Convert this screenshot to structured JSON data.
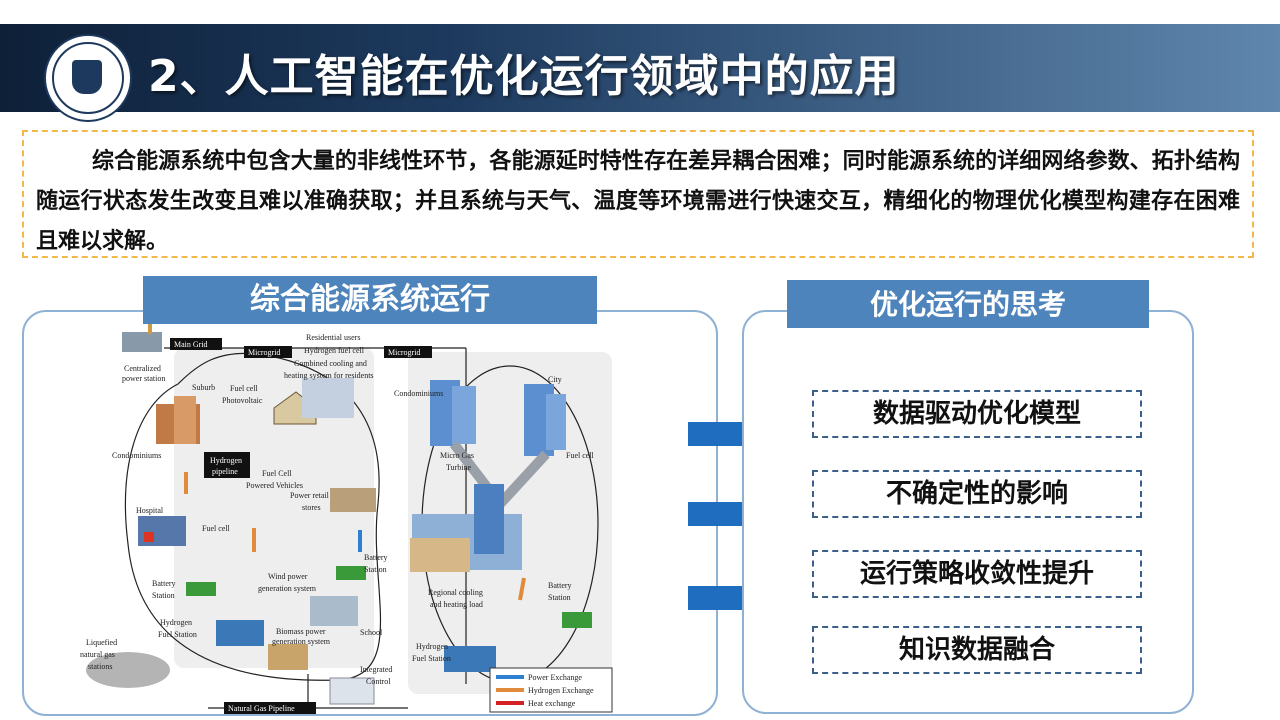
{
  "header": {
    "title": "2、人工智能在优化运行领域中的应用"
  },
  "intro": {
    "text": "综合能源系统中包含大量的非线性环节，各能源延时特性存在差异耦合困难；同时能源系统的详细网络参数、拓扑结构随运行状态发生改变且难以准确获取；并且系统与天气、温度等环境需进行快速交互，精细化的物理优化模型构建存在困难且难以求解。"
  },
  "left_panel": {
    "title": "综合能源系统运行"
  },
  "right_panel": {
    "title": "优化运行的思考",
    "items": [
      "数据驱动优化模型",
      "不确定性的影响",
      "运行策略收敛性提升",
      "知识数据融合"
    ]
  },
  "diagram": {
    "labels": {
      "main_grid": "Main Grid",
      "microgrid_1": "Microgrid",
      "microgrid_2": "Microgrid",
      "centralized": "Centralized",
      "power_station": "power station",
      "residential_users": "Residential users",
      "hydrogen_fuel_cell": "Hydrogen fuel cell",
      "combined_cooling": "Combined cooling and",
      "heating_system": "heating system for residents",
      "suburb": "Suburb",
      "fuel_cell_pv_1": "Fuel cell",
      "fuel_cell_pv_2": "Photovoltaic",
      "condominiums_left": "Condominiums",
      "hydrogen_pipeline_1": "Hydrogen",
      "hydrogen_pipeline_2": "pipeline",
      "fcv_1": "Fuel Cell",
      "fcv_2": "Powered Vehicles",
      "power_retail_1": "Power retail",
      "power_retail_2": "stores",
      "hospital": "Hospital",
      "fuel_cell_left": "Fuel cell",
      "battery_station_1a": "Battery",
      "battery_station_1b": "Station",
      "battery_station_2a": "Battery",
      "battery_station_2b": "Station",
      "wind_1": "Wind power",
      "wind_2": "generation system",
      "hydrogen_fuel_station_1a": "Hydrogen",
      "hydrogen_fuel_station_1b": "Fuel Station",
      "biomass_1": "Biomass power",
      "biomass_2": "generation system",
      "school": "School",
      "liquefied_1": "Liquefied",
      "liquefied_2": "natural gas",
      "liquefied_3": "stations",
      "integrated_1": "Integrated",
      "integrated_2": "Control",
      "natural_gas_pipeline": "Natural Gas Pipeline",
      "condominiums_right": "Condominiums",
      "city": "City",
      "micro_gas_1": "Micro Gas",
      "micro_gas_2": "Turbine",
      "fuel_cell_right": "Fuel cell",
      "regional_1": "Regional cooling",
      "regional_2": "and heating load",
      "battery_station_3a": "Battery",
      "battery_station_3b": "Station",
      "hydrogen_fuel_station_2a": "Hydrogen",
      "hydrogen_fuel_station_2b": "Fuel Station"
    },
    "legend": [
      "Power Exchange",
      "Hydrogen  Exchange",
      "Heat exchange"
    ],
    "colors": {
      "power": "#2e7fd0",
      "hydrogen": "#e08a3c",
      "heat": "#d42020"
    }
  }
}
